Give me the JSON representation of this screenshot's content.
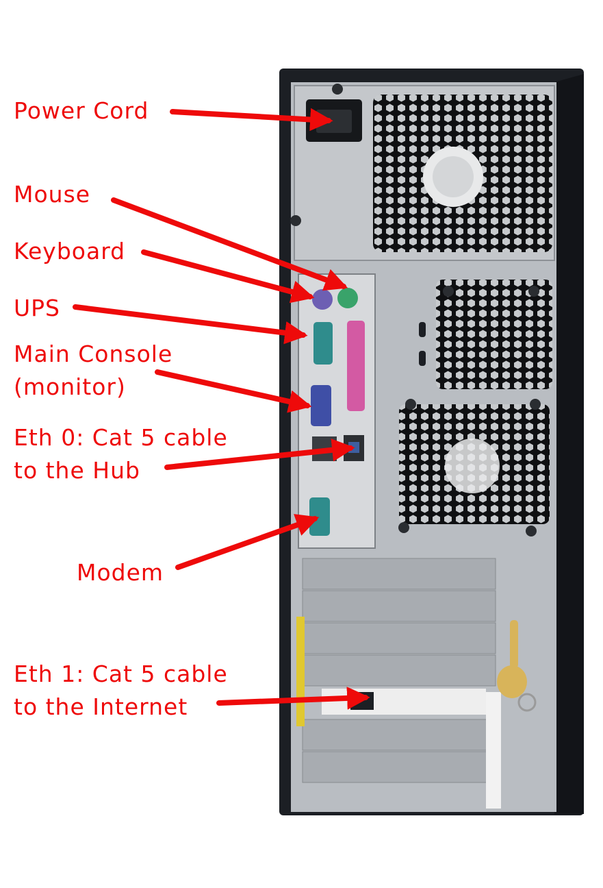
{
  "labels": {
    "power_cord": "Power Cord",
    "mouse": "Mouse",
    "keyboard": "Keyboard",
    "ups": "UPS",
    "main_console_line1": "Main Console",
    "main_console_line2": "(monitor)",
    "eth0_line1": "Eth 0: Cat 5 cable",
    "eth0_line2": "to the Hub",
    "modem": "Modem",
    "eth1_line1": "Eth 1: Cat 5 cable",
    "eth1_line2": "to the Internet"
  },
  "colors": {
    "label_red": "#ee0a0a",
    "arrow_red": "#ee0a0a",
    "case_black": "#1c1f24",
    "panel_gray": "#b9bdc2",
    "dark_hole": "#15171a",
    "mouse_port": "#39a36a",
    "keyboard_port": "#6d5fb3",
    "serial_port": "#2f8c8c",
    "parallel_port": "#d35aa3",
    "vga_port": "#3f4fa6",
    "key_brass": "#d8b45a"
  }
}
